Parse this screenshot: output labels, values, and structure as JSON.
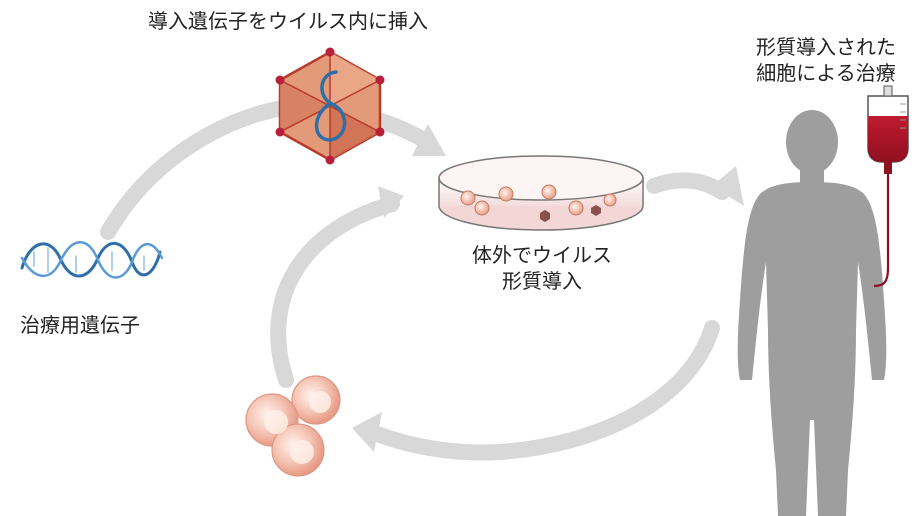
{
  "labels": {
    "virus_insert": "導入遺伝子をウイルス内に挿入",
    "transduced_line1": "形質導入された",
    "transduced_line2": "細胞による治療",
    "ex_vivo_line1": "体外でウイルス",
    "ex_vivo_line2": "形質導入",
    "therapeutic_gene": "治療用遺伝子"
  },
  "colors": {
    "arrow": "#d8d8d8",
    "dna": "#2f6fa8",
    "virus": "#c0392b",
    "cells": "#f2b8a8",
    "silhouette": "#9e9e9e",
    "blood": "#b0182a"
  },
  "icons": [
    "dna-helix-icon",
    "virus-capsid-icon",
    "petri-dish-icon",
    "cell-cluster-icon",
    "human-silhouette-icon",
    "iv-blood-bag-icon"
  ]
}
